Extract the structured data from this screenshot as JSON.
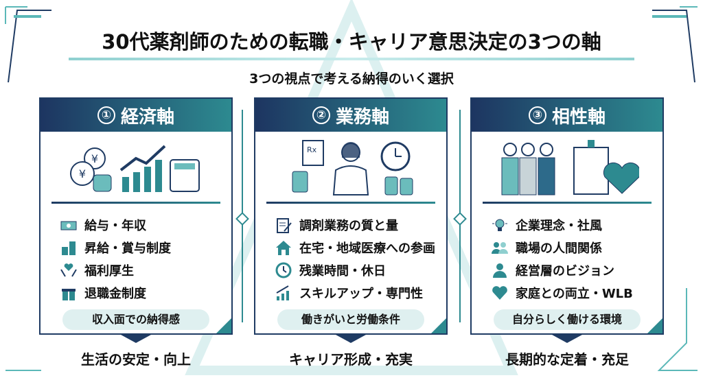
{
  "title": "30代薬剤師のための転職・キャリア意思決定の3つの軸",
  "subtitle": "3つの視点で考える納得のいく選択",
  "colors": {
    "navy": "#1f3b63",
    "teal": "#2d8a90",
    "light_teal": "#dff0f0"
  },
  "cards": [
    {
      "number": "①",
      "title": "経済軸",
      "items": [
        {
          "icon": "money-icon",
          "label": "給与・年収"
        },
        {
          "icon": "coins-icon",
          "label": "昇給・賞与制度"
        },
        {
          "icon": "hands-heart-icon",
          "label": "福利厚生"
        },
        {
          "icon": "gift-icon",
          "label": "退職金制度"
        }
      ],
      "pill": "収入面での納得感",
      "outcome": "生活の安定・向上"
    },
    {
      "number": "②",
      "title": "業務軸",
      "items": [
        {
          "icon": "clipboard-icon",
          "label": "調剤業務の質と量"
        },
        {
          "icon": "house-icon",
          "label": "在宅・地域医療への参画"
        },
        {
          "icon": "clock-icon",
          "label": "残業時間・休日"
        },
        {
          "icon": "growth-chart-icon",
          "label": "スキルアップ・専門性"
        }
      ],
      "pill": "働きがいと労働条件",
      "outcome": "キャリア形成・充実"
    },
    {
      "number": "③",
      "title": "相性軸",
      "items": [
        {
          "icon": "lightbulb-icon",
          "label": "企業理念・社風"
        },
        {
          "icon": "people-icon",
          "label": "職場の人間関係"
        },
        {
          "icon": "person-icon",
          "label": "経営層のビジョン"
        },
        {
          "icon": "heart-icon",
          "label": "家庭との両立・WLB"
        }
      ],
      "pill": "自分らしく働ける環境",
      "outcome": "長期的な定着・充足"
    }
  ]
}
